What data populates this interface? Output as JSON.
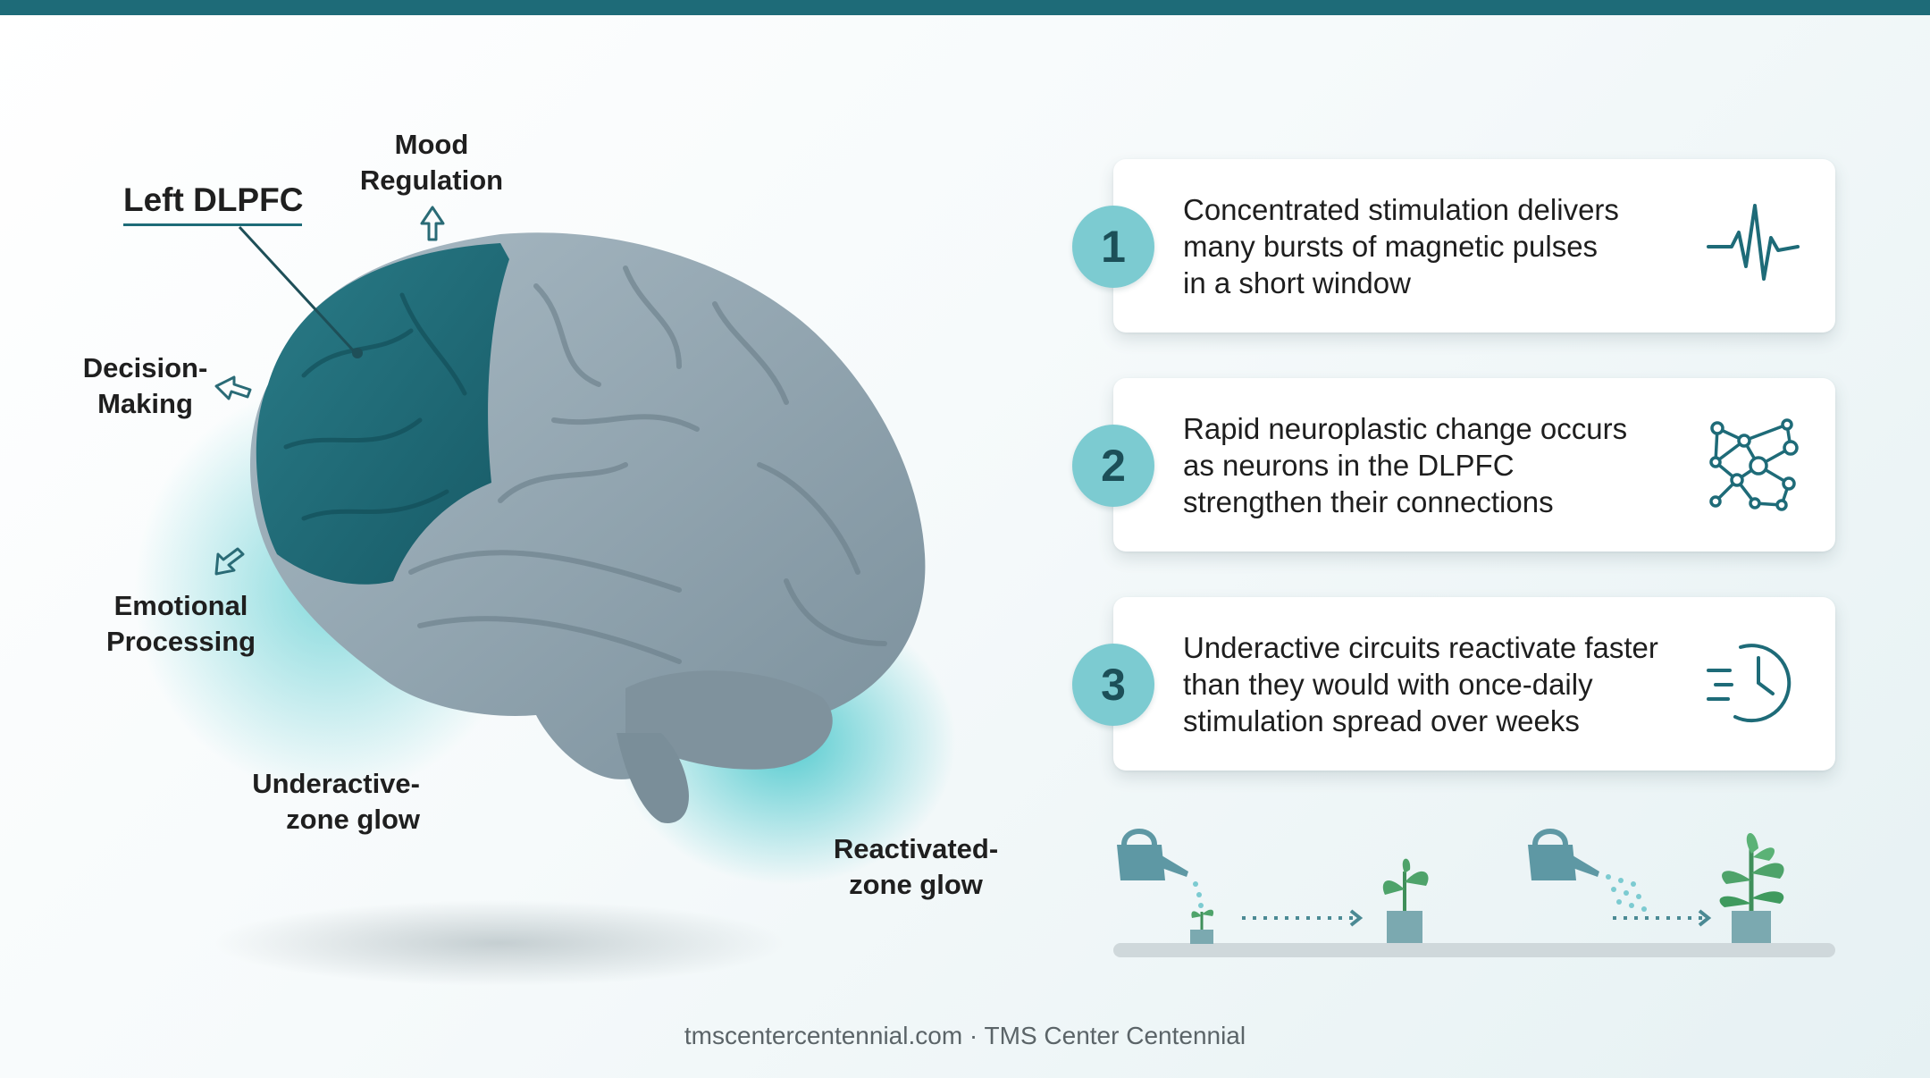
{
  "header": {
    "bar_color": "#1e6b78"
  },
  "brain": {
    "labels": {
      "left_dlpfc": "Left DLPFC",
      "mood_line1": "Mood",
      "mood_line2": "Regulation",
      "decision_line1": "Decision-",
      "decision_line2": "Making",
      "emotional_line1": "Emotional",
      "emotional_line2": "Processing",
      "underactive_line1": "Underactive-",
      "underactive_line2": "zone glow",
      "reactivated_line1": "Reactivated-",
      "reactivated_line2": "zone glow"
    },
    "colors": {
      "dlpfc": "#1e6b78",
      "brain": "#8fa3ae",
      "glow": "#39c3c8"
    }
  },
  "steps": [
    {
      "number": "1",
      "line1": "Concentrated stimulation delivers",
      "line2": "many bursts of magnetic pulses",
      "line3": "in a short window",
      "icon": "pulse-wave-icon"
    },
    {
      "number": "2",
      "line1": "Rapid neuroplastic change occurs",
      "line2": "as neurons in the DLPFC",
      "line3": "strengthen their connections",
      "icon": "neuron-network-icon"
    },
    {
      "number": "3",
      "line1": "Underactive circuits reactivate faster",
      "line2": "than they would with once-daily",
      "line3": "stimulation spread over weeks",
      "icon": "fast-clock-icon"
    }
  ],
  "growth_illustration": {
    "icons": [
      "watering-can-icon",
      "seedling-icon",
      "arrow-icon",
      "small-plant-icon",
      "watering-can-icon",
      "arrow-icon",
      "large-plant-icon"
    ]
  },
  "footer": {
    "text": "tmscentercentennial.com · TMS Center Centennial"
  }
}
